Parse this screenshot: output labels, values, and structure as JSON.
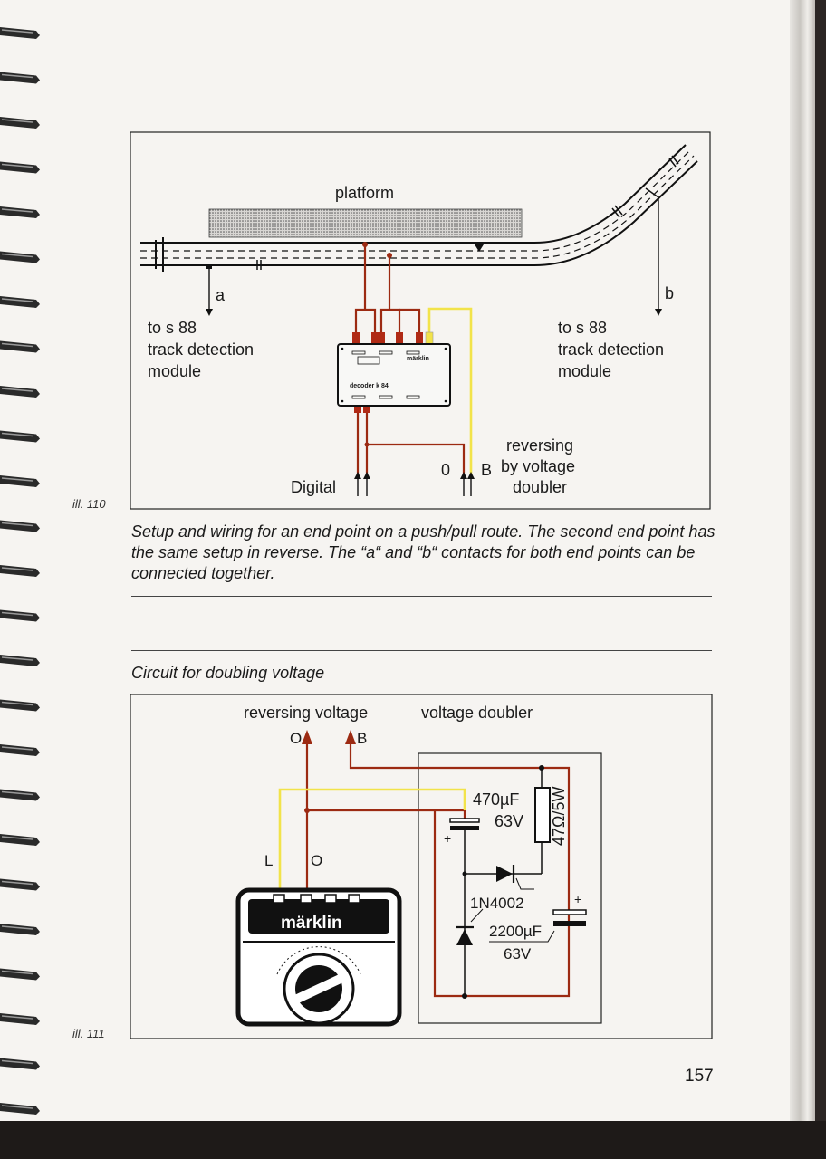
{
  "figure110": {
    "label": "ill. 110",
    "platform": "platform",
    "contact_a": "a",
    "contact_b": "b",
    "s88_left": [
      "to s 88",
      "track detection",
      "module"
    ],
    "s88_right": [
      "to s 88",
      "track detection",
      "module"
    ],
    "decoder_brand": "märklin",
    "decoder_name": "decoder k 84",
    "digital": "Digital",
    "term_0": "0",
    "term_B": "B",
    "reversing": [
      "reversing",
      "by voltage",
      "doubler"
    ]
  },
  "caption": "Setup and wiring for an end point on a push/pull route. The second end point has the same setup in reverse. The “a“ and “b“ contacts for both end points can be connected together.",
  "circuit_title": "Circuit for doubling voltage",
  "figure111": {
    "label": "ill. 111",
    "reversing_voltage": "reversing voltage",
    "voltage_doubler": "voltage doubler",
    "term_O": "O",
    "term_B": "B",
    "term_L": "L",
    "term_O2": "O",
    "cap1_value": "470µF",
    "cap1_voltage": "63V",
    "resistor": "47Ω/5W",
    "diode": "1N4002",
    "cap2_value": "2200µF",
    "cap2_voltage": "63V",
    "plus1": "+",
    "plus2": "+",
    "transformer_brand": "märklin"
  },
  "page_number": "157",
  "colors": {
    "wire_brown": "#9c2a12",
    "wire_yellow": "#f2e34a",
    "ink": "#1a1a1a",
    "paper": "#f6f4f1"
  }
}
